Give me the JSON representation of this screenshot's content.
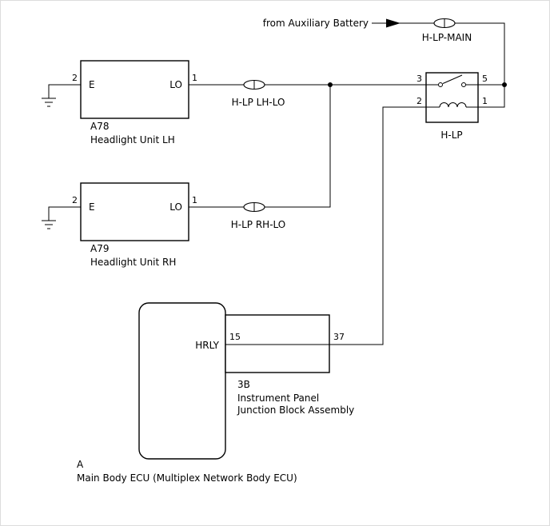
{
  "diagram": {
    "power": {
      "source_label": "from Auxiliary Battery",
      "fuse_main": "H-LP-MAIN"
    },
    "fuse_lh": "H-LP LH-LO",
    "fuse_rh": "H-LP RH-LO",
    "relay": {
      "label": "H-LP",
      "pin_3": "3",
      "pin_5": "5",
      "pin_2": "2",
      "pin_1": "1"
    },
    "headlight_lh": {
      "pin_e_num": "2",
      "pin_lo_num": "1",
      "pin_e_label": "E",
      "pin_lo_label": "LO",
      "code": "A78",
      "name": "Headlight Unit LH"
    },
    "headlight_rh": {
      "pin_e_num": "2",
      "pin_lo_num": "1",
      "pin_e_label": "E",
      "pin_lo_label": "LO",
      "code": "A79",
      "name": "Headlight Unit RH"
    },
    "junction_block": {
      "pin_15": "15",
      "pin_37": "37",
      "code": "3B",
      "name_line1": "Instrument Panel",
      "name_line2": "Junction Block Assembly"
    },
    "ecu": {
      "pin_label": "HRLY",
      "code": "A",
      "name": "Main Body ECU (Multiplex Network Body ECU)"
    }
  }
}
